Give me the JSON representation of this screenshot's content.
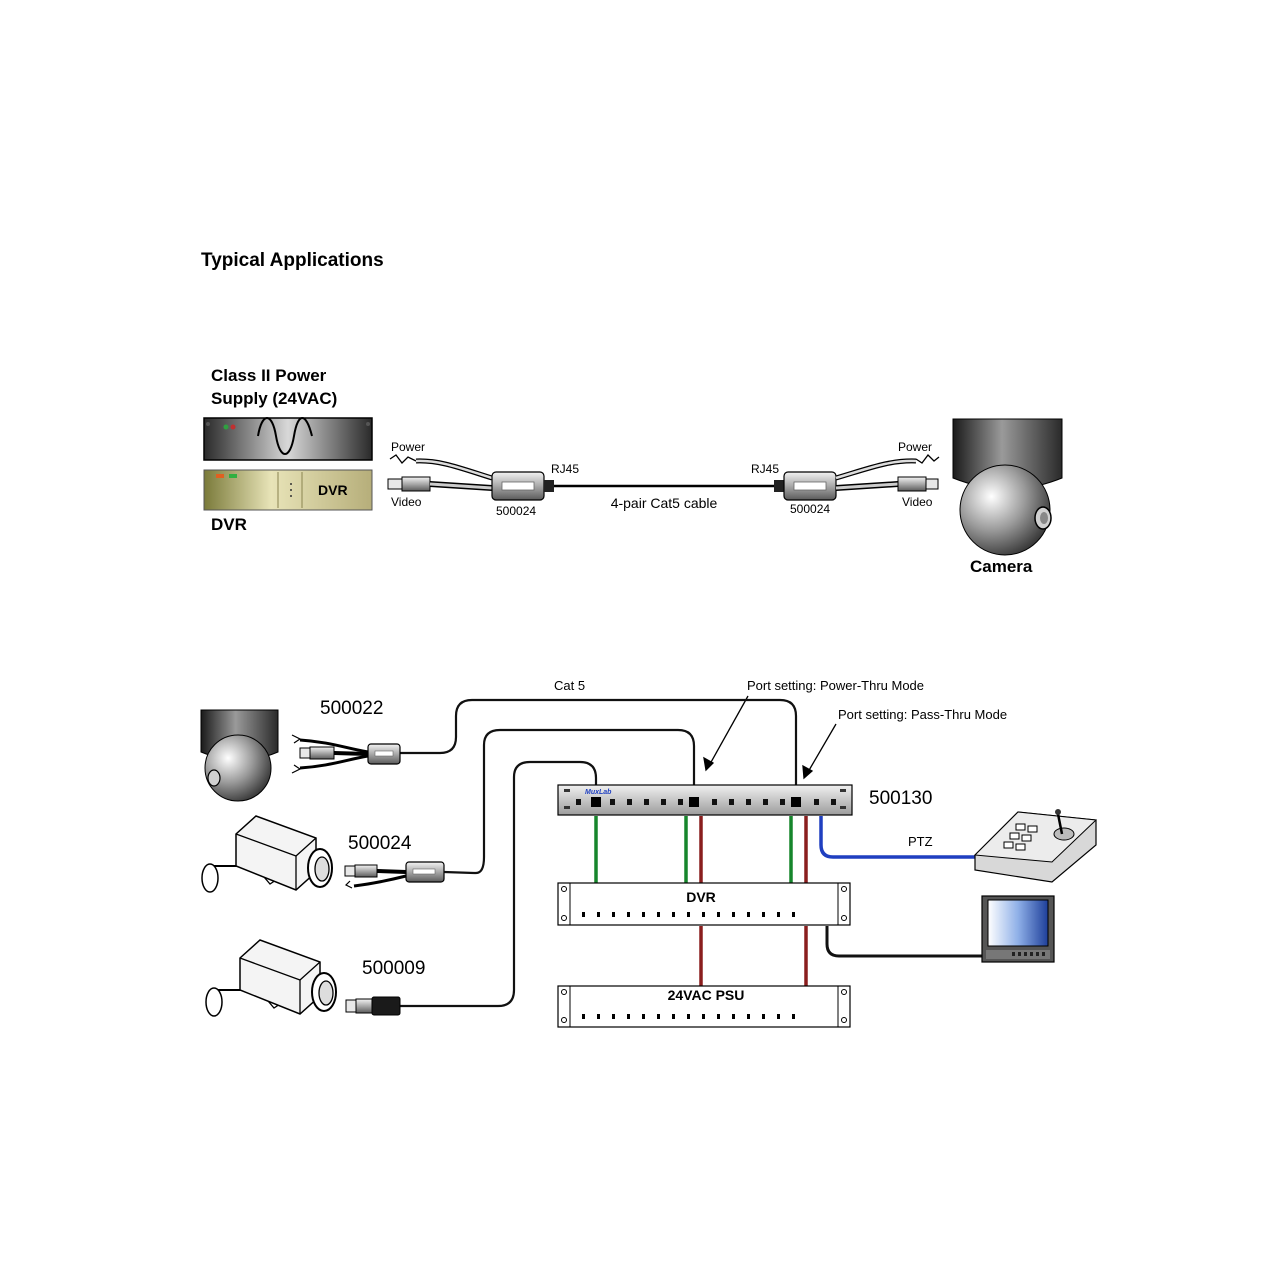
{
  "heading": "Typical Applications",
  "diagram1": {
    "psu_label_line1": "Class II Power",
    "psu_label_line2": "Supply (24VAC)",
    "dvr_face_label": "DVR",
    "dvr_label": "DVR",
    "left_power": "Power",
    "left_video": "Video",
    "left_balun": "500024",
    "left_rj45": "RJ45",
    "cable": "4-pair Cat5 cable",
    "right_rj45": "RJ45",
    "right_balun": "500024",
    "right_power": "Power",
    "right_video": "Video",
    "camera_label": "Camera"
  },
  "diagram2": {
    "cat5": "Cat 5",
    "power_thru": "Port setting: Power-Thru Mode",
    "pass_thru": "Port setting: Pass-Thru Mode",
    "hub_model": "500130",
    "hub_brand": "MuxLab",
    "ptz": "PTZ",
    "balun_a": "500022",
    "balun_b": "500024",
    "balun_c": "500009",
    "dvr_rack": "DVR",
    "psu_rack": "24VAC PSU"
  },
  "colors": {
    "green": "#16862c",
    "red": "#8a1e1e",
    "blue": "#1f3fc0",
    "black": "#111111"
  }
}
